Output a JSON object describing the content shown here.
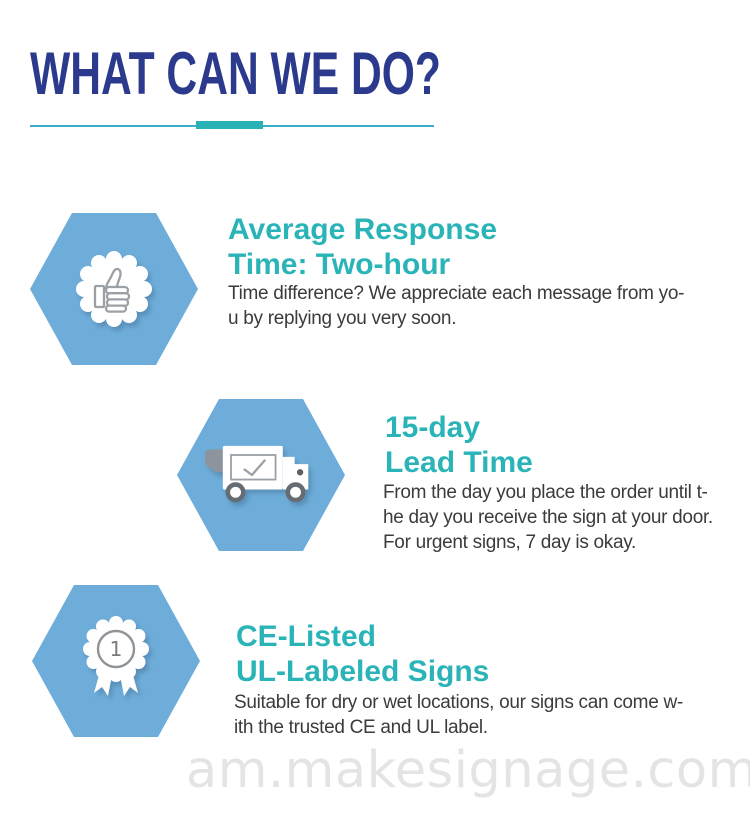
{
  "title": {
    "text": "WHAT CAN WE DO?"
  },
  "colors": {
    "navy": "#2b3a8d",
    "teal": "#2ab4b8",
    "hex_blue": "#6eadd9",
    "body_text": "#3b3b3b",
    "divider_line": "#3aaec4",
    "divider_accent": "#28b2b5",
    "watermark": "#e4e4e4",
    "icon_stroke": "#9aa0a6"
  },
  "sections": [
    {
      "icon": "thumbs-up-seal",
      "heading": [
        "Average Response",
        "Time: Two-hour"
      ],
      "body": [
        "Time difference? We appreciate each message from yo-",
        "u by replying you very soon."
      ]
    },
    {
      "icon": "delivery-truck",
      "heading": [
        "15-day",
        "Lead Time"
      ],
      "body": [
        "From the day you place the order until t-",
        "he day you receive the sign at your door.",
        "For urgent signs, 7 day is okay."
      ]
    },
    {
      "icon": "first-place-medal",
      "heading": [
        "CE-Listed",
        "UL-Labeled Signs"
      ],
      "body": [
        "Suitable for dry or wet locations, our signs can come w-",
        "ith the trusted CE and UL label."
      ]
    }
  ],
  "watermark": {
    "text": "am.makesignage.com"
  }
}
